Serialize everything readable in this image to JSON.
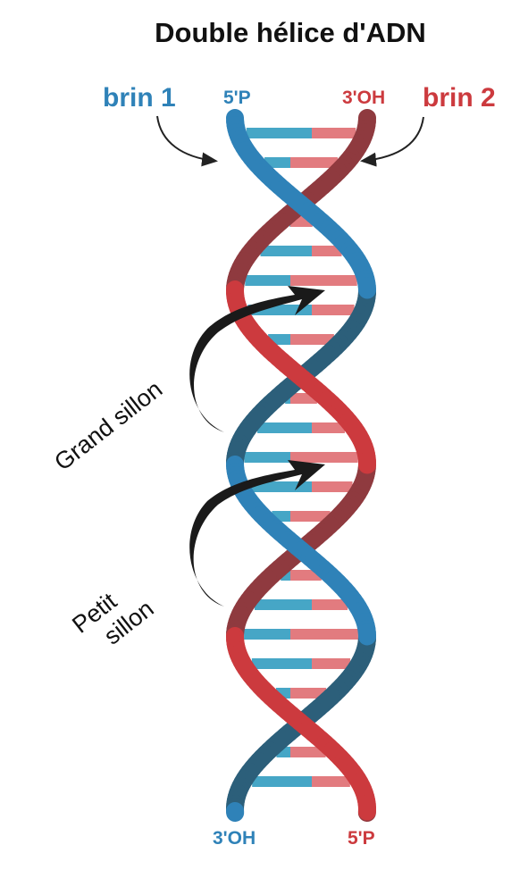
{
  "title": "Double hélice d'ADN",
  "colors": {
    "strand1": "#2f82b8",
    "strand1_dark": "#2c5f7a",
    "strand2": "#cc3a3e",
    "strand2_dark": "#8f3a3f",
    "base_blue": "#46a6c6",
    "base_red": "#e27b7f",
    "text": "#111111"
  },
  "strands": {
    "strand1": {
      "name": "brin 1",
      "top_end": "5'P",
      "bottom_end": "3'OH"
    },
    "strand2": {
      "name": "brin 2",
      "top_end": "3'OH",
      "bottom_end": "5'P"
    }
  },
  "grooves": {
    "major": "Grand sillon",
    "minor_line1": "Petit",
    "minor_line2": "sillon"
  },
  "icons": {
    "strand1_pointer": "curved-arrow-icon",
    "strand2_pointer": "curved-arrow-icon",
    "major_groove_pointer": "curved-arrow-icon",
    "minor_groove_pointer": "curved-arrow-icon"
  }
}
